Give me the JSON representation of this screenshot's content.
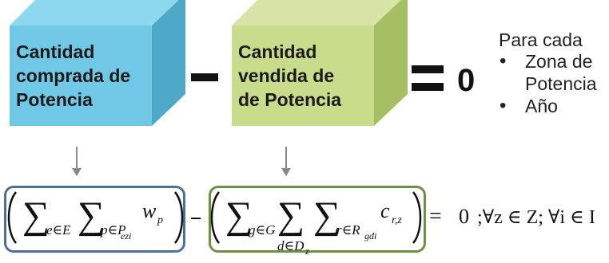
{
  "diagram": {
    "left_box": {
      "label": "Cantidad\ncomprada de\nPotencia"
    },
    "right_box": {
      "label": "Cantidad\nvendida de\nde Potencia"
    },
    "operator_minus": "-",
    "operator_equals": "=",
    "result": "0",
    "right_panel": {
      "title": "Para cada",
      "bullets": [
        "Zona de Potencia",
        "Año"
      ]
    },
    "formula": {
      "left_sum_1": "∑",
      "left_sub_1": "e∈E",
      "left_sum_2": "∑",
      "left_sub_2": "p∈P",
      "left_sub_2b": "ezi",
      "left_term": "w",
      "left_term_sub": "p",
      "right_sum_1": "∑",
      "right_sub_1": "g∈G",
      "right_sum_2": "∑",
      "right_sub_2": "d∈D",
      "right_sub_2b": "z",
      "right_sum_3": "∑",
      "right_sub_3": "r∈R",
      "right_sub_3b": "gdi",
      "right_term": "c",
      "right_term_sub": "r,z",
      "equals": "=",
      "zero": "0",
      "constraint": ";∀z ∈ Z; ∀i ∈ I"
    },
    "colors": {
      "blue_box": "#70c8e6",
      "green_box": "#c8dc8c",
      "blue_border": "#4f6e9c",
      "green_border": "#6f8f45",
      "connector": "#888888"
    }
  }
}
